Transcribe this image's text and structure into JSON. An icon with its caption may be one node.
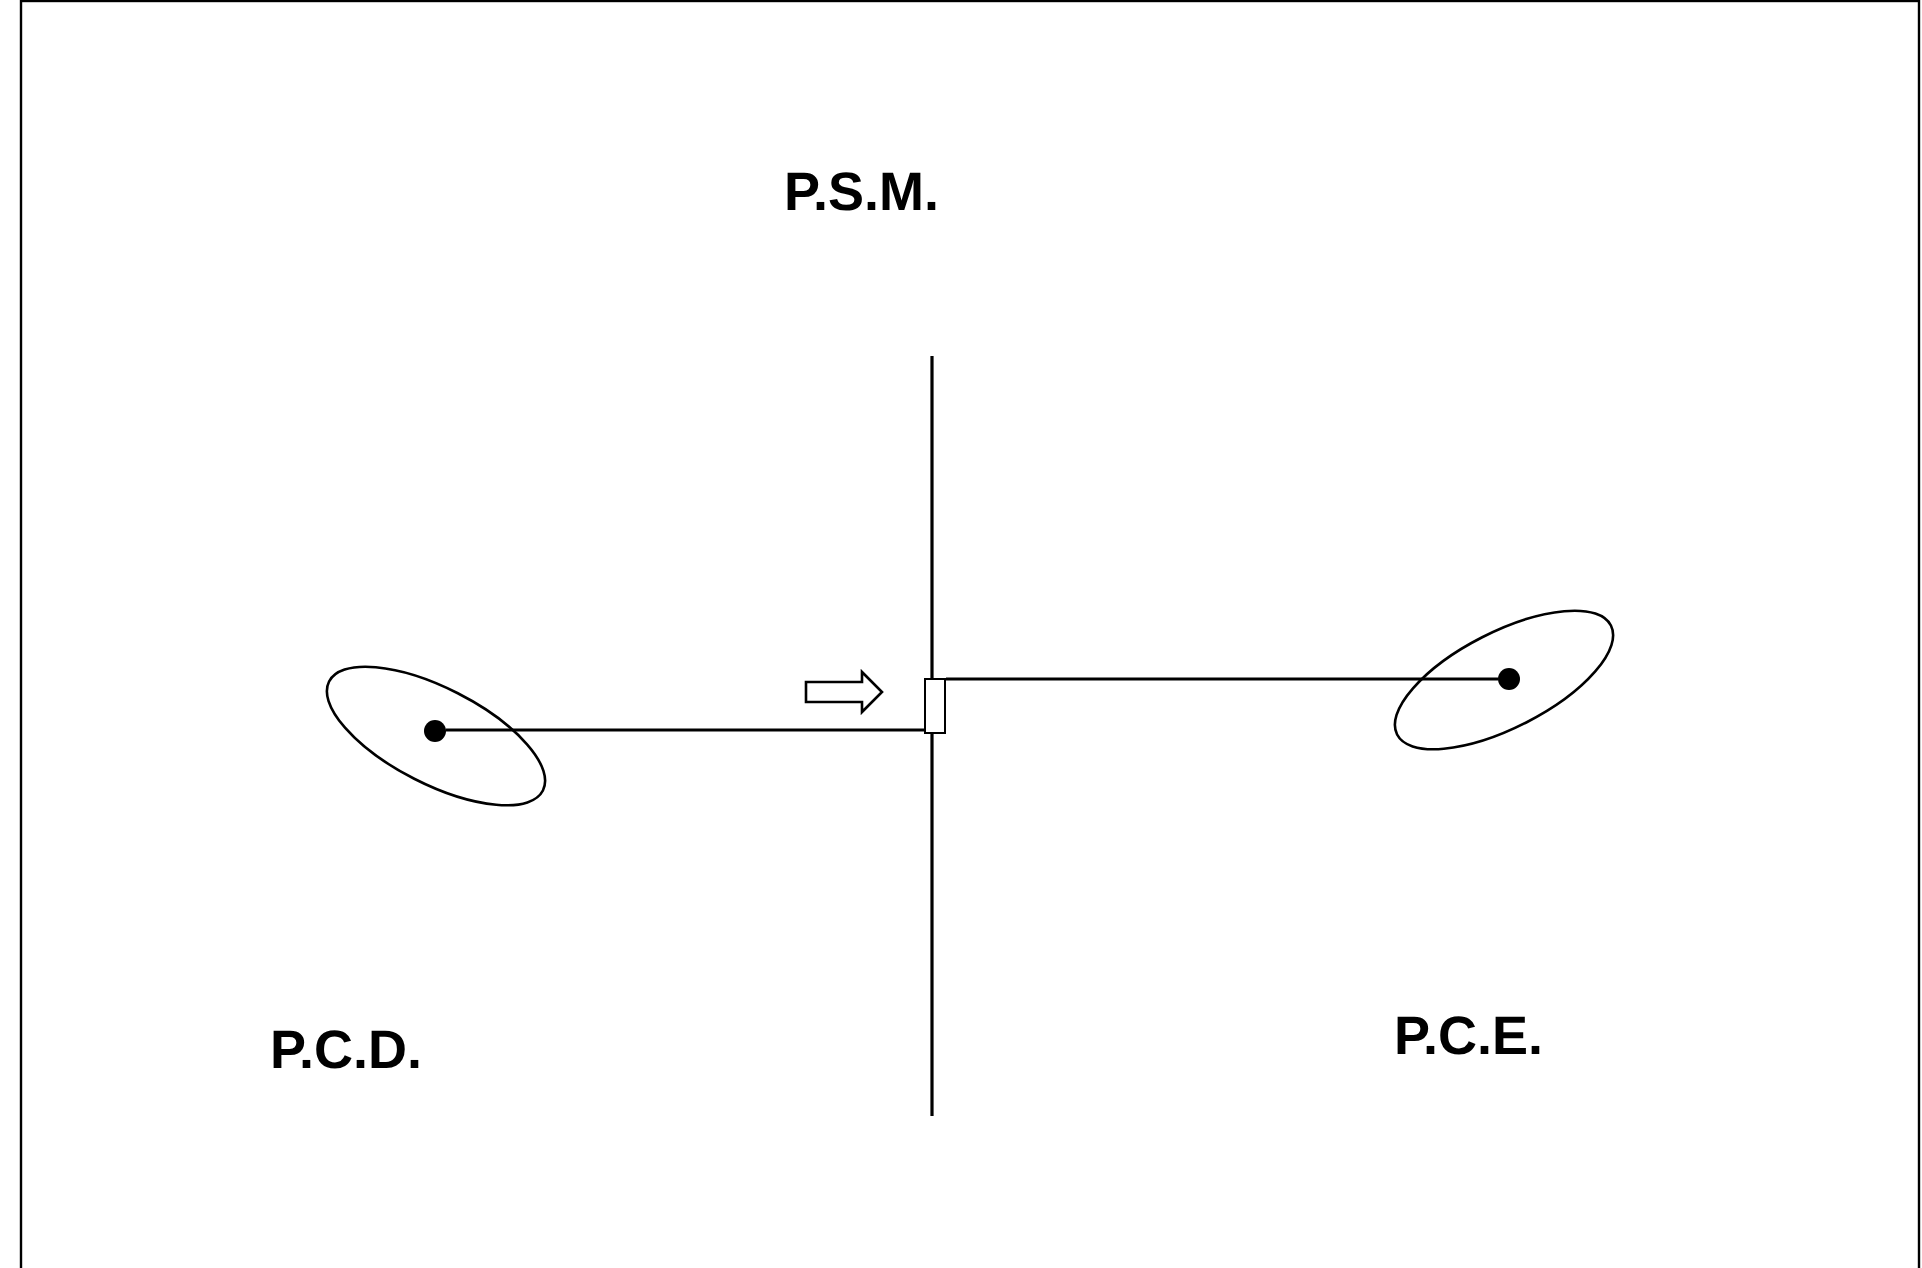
{
  "diagram": {
    "nodes": [
      {
        "text": [],
        "shape": "circle"
      },
      {
        "text": [],
        "shape": "box"
      },
      {
        "text": [],
        "shape": "circle"
      }
    ],
    "edges": [
      {
        "from": 0,
        "to": 1,
        "arrow": "none"
      },
      {
        "from": 2,
        "to": 1,
        "arrow": "none"
      }
    ],
    "labels": [
      "P.S.M.",
      "P.C.D.",
      "P.C.E."
    ]
  }
}
